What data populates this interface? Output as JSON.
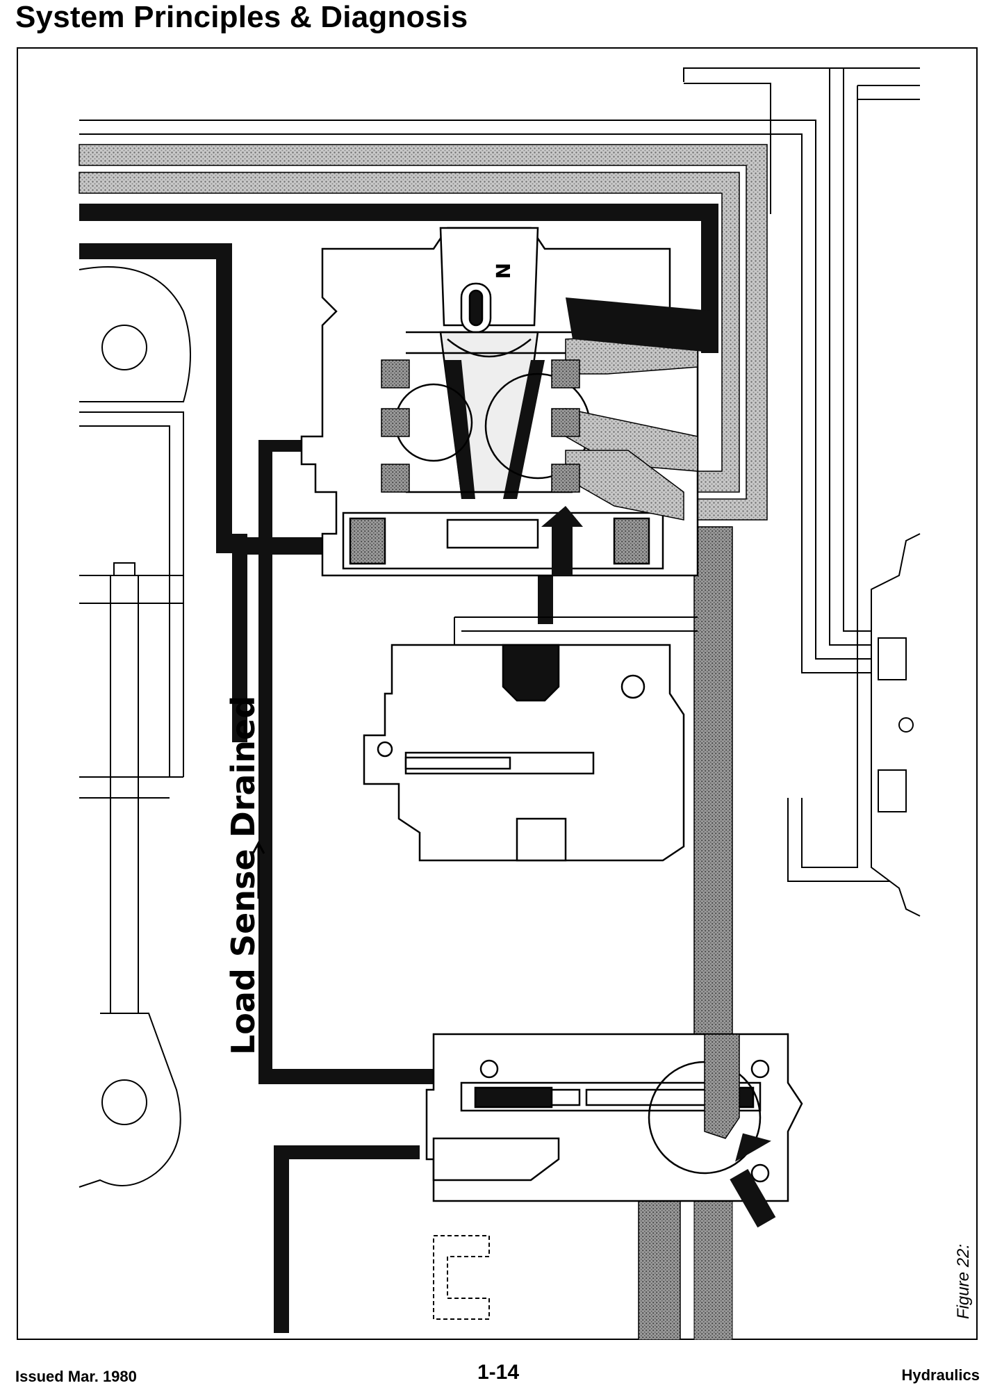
{
  "header": {
    "title": "System Principles & Diagnosis"
  },
  "figure": {
    "side_label": "Load Sense Drained",
    "caption": "Figure 22:",
    "valve_marking": "N"
  },
  "footer": {
    "issued": "Issued Mar. 1980",
    "page": "1-14",
    "section": "Hydraulics"
  },
  "colors": {
    "pressure_line": "#111111",
    "return_line": "#9a9a9a",
    "outline": "#000000",
    "paper": "#ffffff"
  }
}
